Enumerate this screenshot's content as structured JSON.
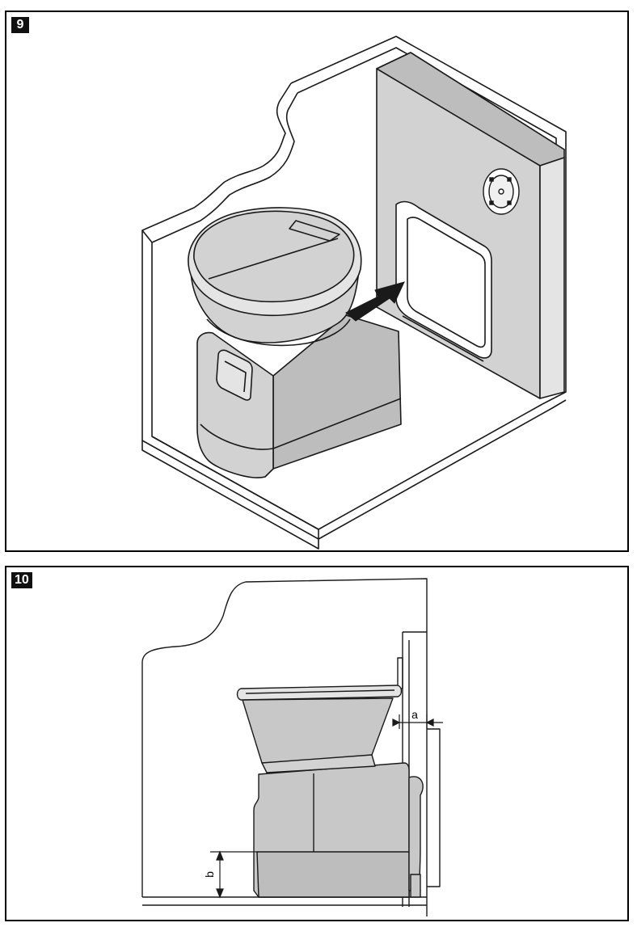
{
  "figures": [
    {
      "number": "9"
    },
    {
      "number": "10",
      "dimension_a": "a",
      "dimension_b": "b"
    }
  ],
  "colors": {
    "line": "#1a1a1a",
    "fill_gray": "#d2d2d2",
    "fill_dark": "#bdbdbd",
    "fill_light": "#e4e4e4"
  }
}
